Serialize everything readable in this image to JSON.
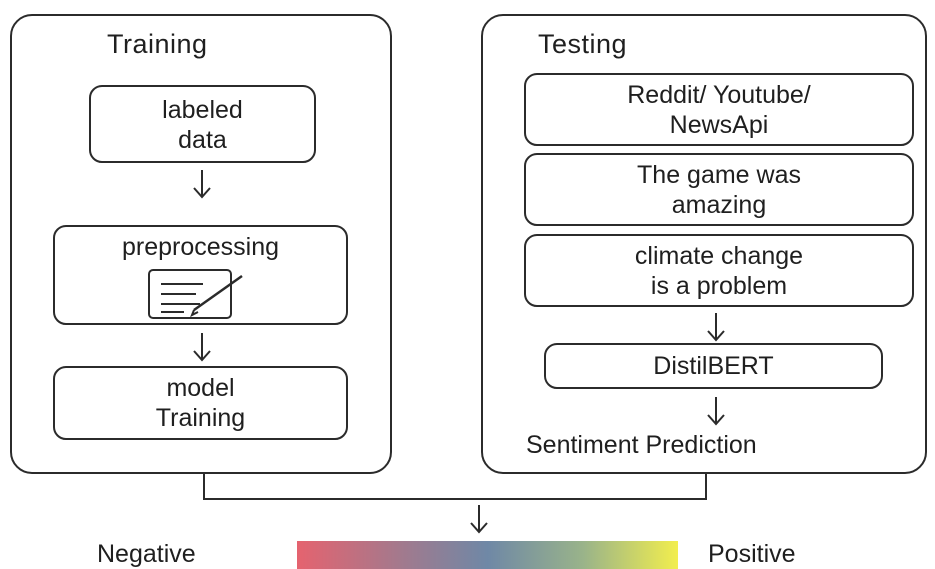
{
  "training": {
    "title": "Training",
    "steps": {
      "labeled_data": [
        "labeled",
        "data"
      ],
      "preprocessing": "preprocessing",
      "model_training": [
        "model",
        "Training"
      ]
    }
  },
  "testing": {
    "title": "Testing",
    "sources": [
      "Reddit/ Youtube/",
      "NewsApi"
    ],
    "example_1": [
      "The game was",
      "amazing"
    ],
    "example_2": [
      "climate change",
      "is a problem"
    ],
    "model": "DistilBERT",
    "output": "Sentiment Prediction"
  },
  "scale": {
    "negative_label": "Negative",
    "positive_label": "Positive",
    "colors": {
      "negative": "#e5636f",
      "middle": "#6f88a6",
      "positive": "#f2ee4e"
    }
  },
  "icons": {
    "document": "document-pencil-icon",
    "arrow": "down-arrow-icon"
  }
}
